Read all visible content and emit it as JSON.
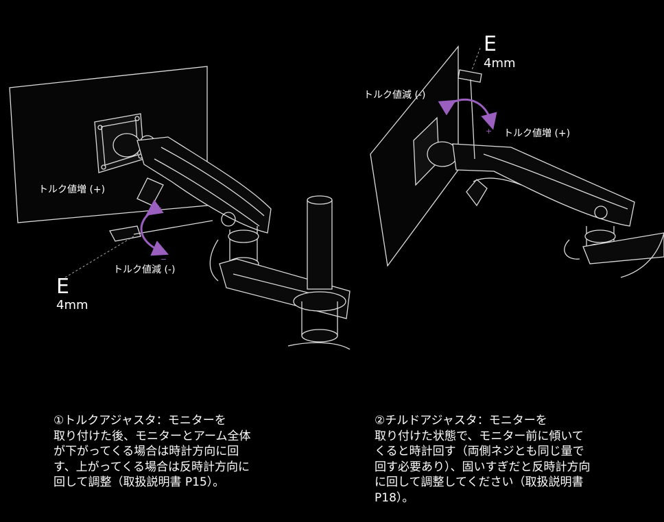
{
  "left_diagram": {
    "torque_plus": "トルク値増 (+)",
    "torque_minus": "トルク値減 (-)",
    "tool_letter": "E",
    "tool_size": "4mm"
  },
  "right_diagram": {
    "torque_plus": "トルク値増 (+)",
    "torque_minus": "トルク値減 (-)",
    "tool_letter": "E",
    "tool_size": "4mm"
  },
  "captions": {
    "left": [
      "①トルクアジャスタ：モニターを",
      "取り付けた後、モニターとアーム全体",
      "が下がってくる場合は時計方向に回",
      "す、上がってくる場合は反時計方向に",
      "回して調整（取扱説明書 P15）。"
    ],
    "right": [
      "②チルドアジャスタ：モニターを",
      "取り付けた状態で、モニター前に傾いて",
      "くると時計回す（両側ネジとも同じ量で",
      "回す必要あり）、固いすぎだと反時計方向",
      "に回して調整してください（取扱説明書",
      "P18）。"
    ]
  },
  "colors": {
    "background": "#000000",
    "line": "#e6e6e6",
    "arrow": "#9b5fc0"
  }
}
